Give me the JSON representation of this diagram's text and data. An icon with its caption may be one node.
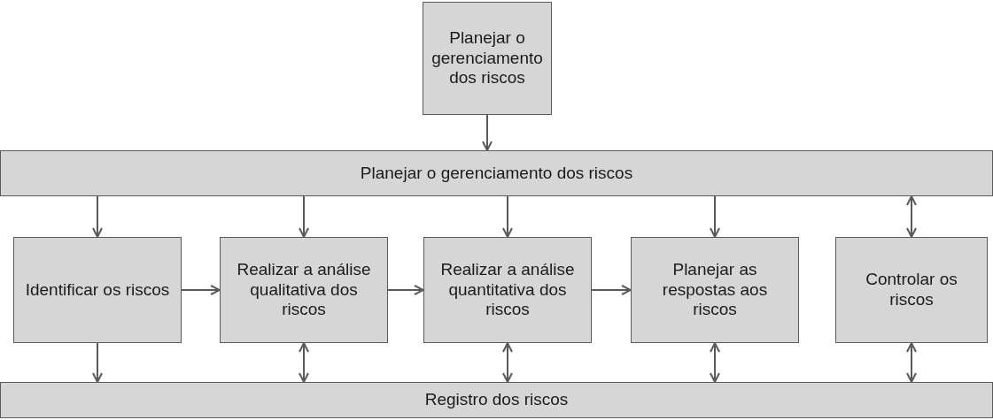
{
  "diagram": {
    "nodes": [
      {
        "text": [
          "Planejar o gerenciamento dos riscos"
        ]
      },
      {
        "text": [
          "Planejar o gerenciamento dos riscos"
        ]
      },
      {
        "text": [
          "Identificar os riscos"
        ]
      },
      {
        "text": [
          "Realizar a análise qualitativa dos riscos"
        ]
      },
      {
        "text": [
          "Realizar a análise quantitativa dos riscos"
        ]
      },
      {
        "text": [
          "Planejar as respostas aos riscos"
        ]
      },
      {
        "text": [
          "Controlar os riscos"
        ]
      },
      {
        "text": [
          "Registro dos riscos"
        ]
      }
    ],
    "edges": [
      {
        "from": 0,
        "to": 1,
        "arrow": "to"
      },
      {
        "from": 1,
        "to": 2,
        "arrow": "to"
      },
      {
        "from": 1,
        "to": 3,
        "arrow": "to"
      },
      {
        "from": 1,
        "to": 4,
        "arrow": "to"
      },
      {
        "from": 1,
        "to": 5,
        "arrow": "to"
      },
      {
        "from": 1,
        "to": 6,
        "arrow": "both"
      },
      {
        "from": 2,
        "to": 3,
        "arrow": "to"
      },
      {
        "from": 3,
        "to": 4,
        "arrow": "to"
      },
      {
        "from": 4,
        "to": 5,
        "arrow": "to"
      },
      {
        "from": 2,
        "to": 7,
        "arrow": "to"
      },
      {
        "from": 3,
        "to": 7,
        "arrow": "both"
      },
      {
        "from": 4,
        "to": 7,
        "arrow": "both"
      },
      {
        "from": 5,
        "to": 7,
        "arrow": "both"
      },
      {
        "from": 6,
        "to": 7,
        "arrow": "both"
      }
    ]
  }
}
